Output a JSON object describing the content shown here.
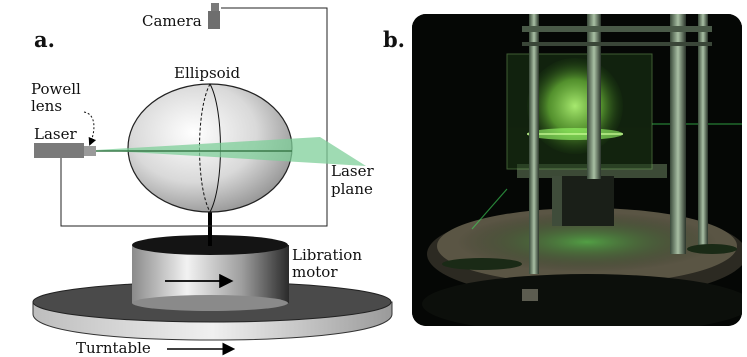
{
  "panel_a": {
    "panel_label": "a.",
    "labels": {
      "camera": "Camera",
      "ellipsoid": "Ellipsoid",
      "powell_lens_line1": "Powell",
      "powell_lens_line2": "lens",
      "laser": "Laser",
      "laser_plane_line1": "Laser",
      "laser_plane_line2": "plane",
      "libration_line1": "Libration",
      "libration_line2": "motor",
      "turntable": "Turntable"
    }
  },
  "panel_b": {
    "panel_label": "b."
  },
  "colors": {
    "laser_green": "#3fd85a",
    "plane_green": "#7fcf9a",
    "photo_bg": "#050705"
  }
}
